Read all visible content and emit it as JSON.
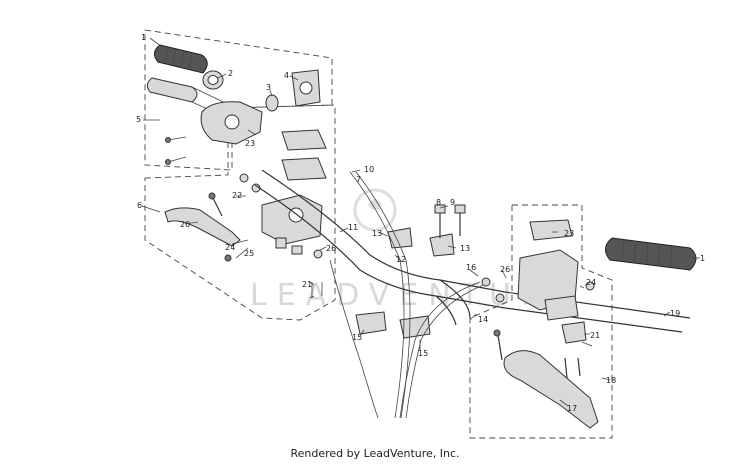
{
  "watermark": "LEADVENTURE",
  "footer_text": "Rendered by LeadVenture, Inc.",
  "callouts": [
    "1",
    "2",
    "3",
    "4",
    "5",
    "6",
    "7",
    "8",
    "9",
    "10",
    "11",
    "12",
    "13",
    "13",
    "14",
    "15",
    "15",
    "16",
    "17",
    "18",
    "19",
    "20",
    "21",
    "21",
    "22",
    "23",
    "23",
    "24",
    "24",
    "25",
    "26",
    "26",
    "1"
  ]
}
